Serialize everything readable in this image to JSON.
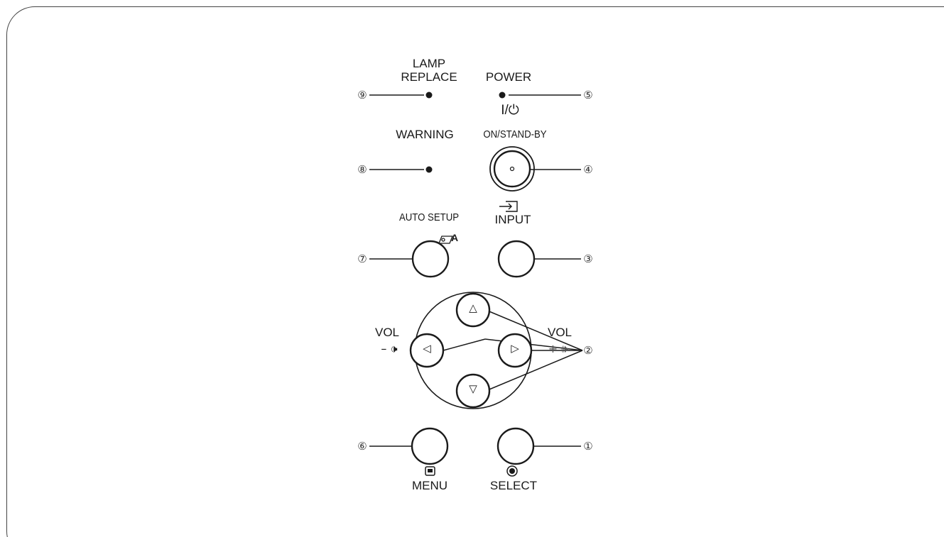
{
  "labels": {
    "lamp_replace_line1": "LAMP",
    "lamp_replace_line2": "REPLACE",
    "power": "POWER",
    "on_standby_symbol": "I/⏻",
    "on_standby": "ON/STAND-BY",
    "warning": "WARNING",
    "auto_setup_symbol": "⎚A",
    "auto_setup": "AUTO SETUP",
    "input": "INPUT",
    "vol_left": "VOL",
    "vol_left_symbol": "– 🕩",
    "vol_right": "VOL",
    "vol_right_symbol": "+ 🕪",
    "menu": "MENU",
    "select": "SELECT"
  },
  "callouts": {
    "c1": "①",
    "c2": "②",
    "c3": "③",
    "c4": "④",
    "c5": "⑤",
    "c6": "⑥",
    "c7": "⑦",
    "c8": "⑧",
    "c9": "⑨"
  },
  "arrows": {
    "up": "△",
    "down": "▽",
    "left": "◁",
    "right": "▷"
  },
  "colors": {
    "line": "#1a1a1a",
    "background": "#ffffff"
  }
}
